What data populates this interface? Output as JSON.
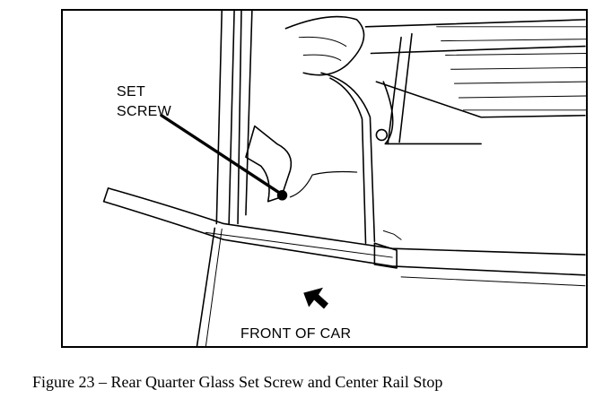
{
  "figure": {
    "callouts": {
      "set_screw_line1": "SET",
      "set_screw_line2": "SCREW",
      "front_of_car": "FRONT OF CAR"
    },
    "caption": "Figure 23 – Rear Quarter Glass Set Screw and Center Rail Stop"
  },
  "colors": {
    "ink": "#000000",
    "paper": "#ffffff"
  },
  "icons": {
    "direction_arrow": "arrow-down-left-icon"
  }
}
